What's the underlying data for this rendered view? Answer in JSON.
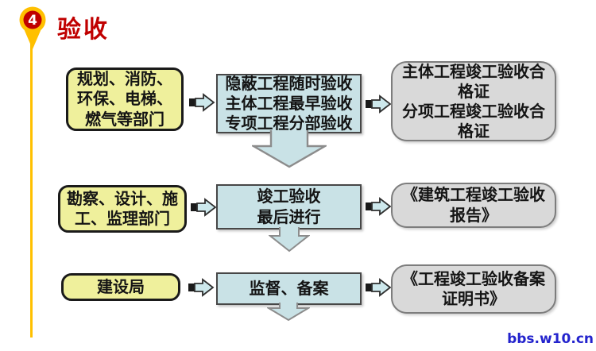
{
  "header": {
    "step_number": "4",
    "title": "验收"
  },
  "flow": {
    "rows": [
      {
        "source": "规划、消防、\n环保、电梯、\n燃气等部门",
        "process": "隐蔽工程随时验收\n主体工程最早验收\n专项工程分部验收",
        "output": "主体工程竣工验收合\n格证\n分项工程竣工验收合\n格证"
      },
      {
        "source": "勘察、设计、施\n工、监理部门",
        "process": "竣工验收\n最后进行",
        "output": "《建筑工程竣工验收\n报告》"
      },
      {
        "source": "建设局",
        "process": "监督、备案",
        "output": "《工程竣工验收备案\n证明书》"
      }
    ]
  },
  "icons": {
    "step_marker": "map-pin-marker",
    "right_arrow": "arrow-right-icon",
    "down_arrow": "arrow-down-icon"
  },
  "colors": {
    "accent_red": "#c00000",
    "pin_gold": "#ffc000",
    "source_box_fill": "#eff09c",
    "process_box_fill": "#c9e2e6",
    "output_box_fill": "#d9d9d9",
    "watermark_blue": "#2323cd"
  },
  "watermark": "bbs.w10.cn"
}
